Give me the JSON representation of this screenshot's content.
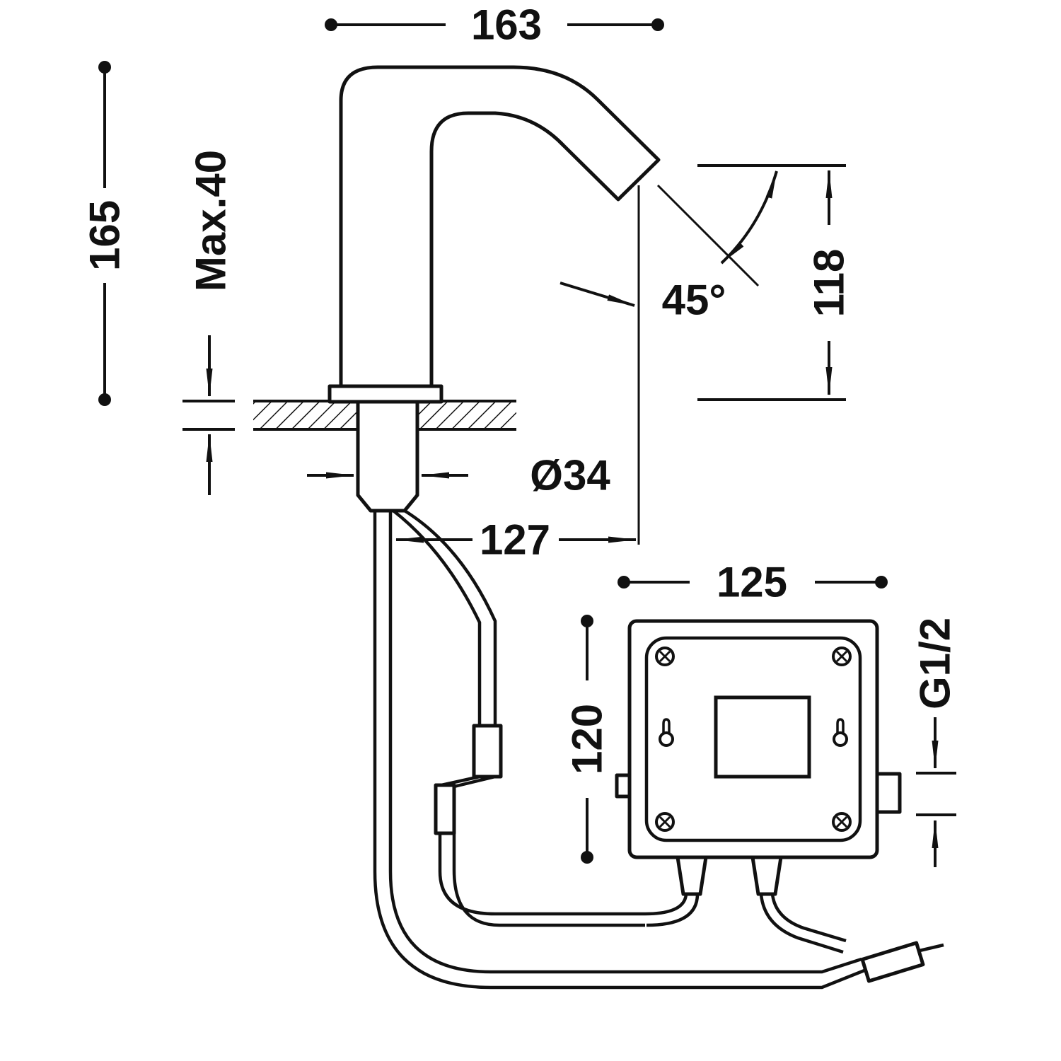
{
  "style": {
    "background": "#ffffff",
    "line_color": "#111111"
  },
  "drawing": {
    "dimensions": {
      "spout_reach": "163",
      "faucet_height": "165",
      "max_deck_thickness": "Max.40",
      "spout_angle": "45°",
      "spout_outlet_height": "118",
      "shank_diameter": "Ø34",
      "outlet_projection": "127",
      "control_box_width": "125",
      "control_box_height": "120",
      "connection_thread": "G1/2"
    }
  }
}
